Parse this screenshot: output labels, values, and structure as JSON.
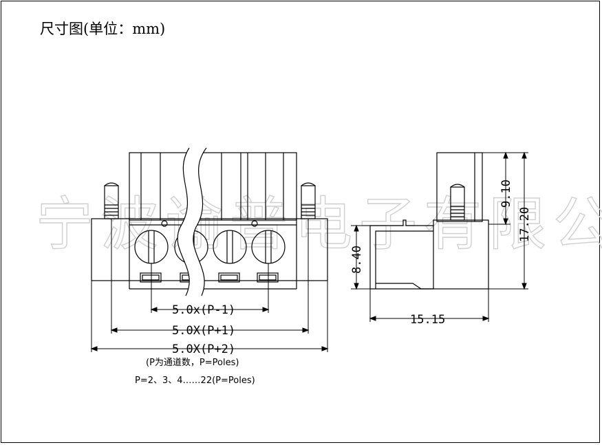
{
  "title": "尺寸图(单位：mm)",
  "watermark": "宁波谕普电子有限公司",
  "front_view": {
    "dim_inner": "5.0x(P-1)",
    "dim_mid": "5.0X(P+1)",
    "dim_outer": "5.0X(P+2)",
    "note_line1": "(P为通道数，P=Poles)",
    "note_line2": "P=2、3、4……22(P=Poles)"
  },
  "side_view": {
    "dim_width": "15.15",
    "dim_height_left": "8.40",
    "dim_top": "9.10",
    "dim_total": "17.20"
  },
  "colors": {
    "line": "#000000",
    "watermark": "#cfcfcf",
    "background": "#ffffff"
  }
}
